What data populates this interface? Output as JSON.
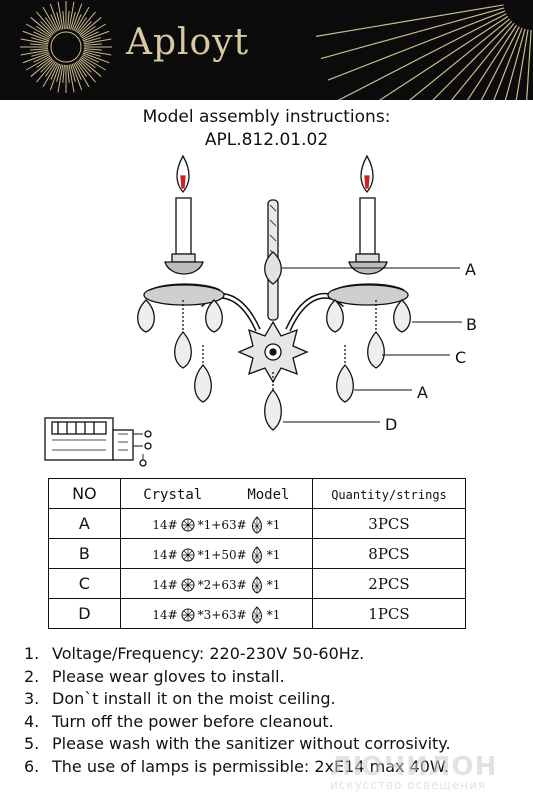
{
  "header": {
    "brand": "Aployt",
    "bg_color": "#0b0b0b",
    "accent_color": "#d9c9a3"
  },
  "title": {
    "line1": "Model assembly instructions:",
    "line2": "APL.812.01.02"
  },
  "diagram": {
    "callouts": [
      "A",
      "B",
      "C",
      "A",
      "D"
    ]
  },
  "table": {
    "headers": {
      "no": "NO",
      "crystal": "Crystal",
      "model": "Model",
      "quantity": "Quantity/strings"
    },
    "rows": [
      {
        "no": "A",
        "code1": "14#",
        "mult1": "*1+63#",
        "mult2": "*1",
        "qty": "3PCS"
      },
      {
        "no": "B",
        "code1": "14#",
        "mult1": "*1+50#",
        "mult2": "*1",
        "qty": "8PCS"
      },
      {
        "no": "C",
        "code1": "14#",
        "mult1": "*2+63#",
        "mult2": "*1",
        "qty": "2PCS"
      },
      {
        "no": "D",
        "code1": "14#",
        "mult1": "*3+63#",
        "mult2": "*1",
        "qty": "1PCS"
      }
    ]
  },
  "notes": [
    {
      "num": "1.",
      "text": "Voltage/Frequency: 220-230V 50-60Hz."
    },
    {
      "num": "2.",
      "text": "Please wear gloves to install."
    },
    {
      "num": "3.",
      "text": "Don`t install it on the moist ceiling."
    },
    {
      "num": "4.",
      "text": "Turn off the power before cleanout."
    },
    {
      "num": "5.",
      "text": "Please wash with the sanitizer without corrosivity."
    },
    {
      "num": "6.",
      "text": "The use of lamps is permissible: 2xE14 max 40W."
    }
  ],
  "watermark": {
    "big": "ЛЮЧИЛОН",
    "small": "искусство освещения"
  }
}
